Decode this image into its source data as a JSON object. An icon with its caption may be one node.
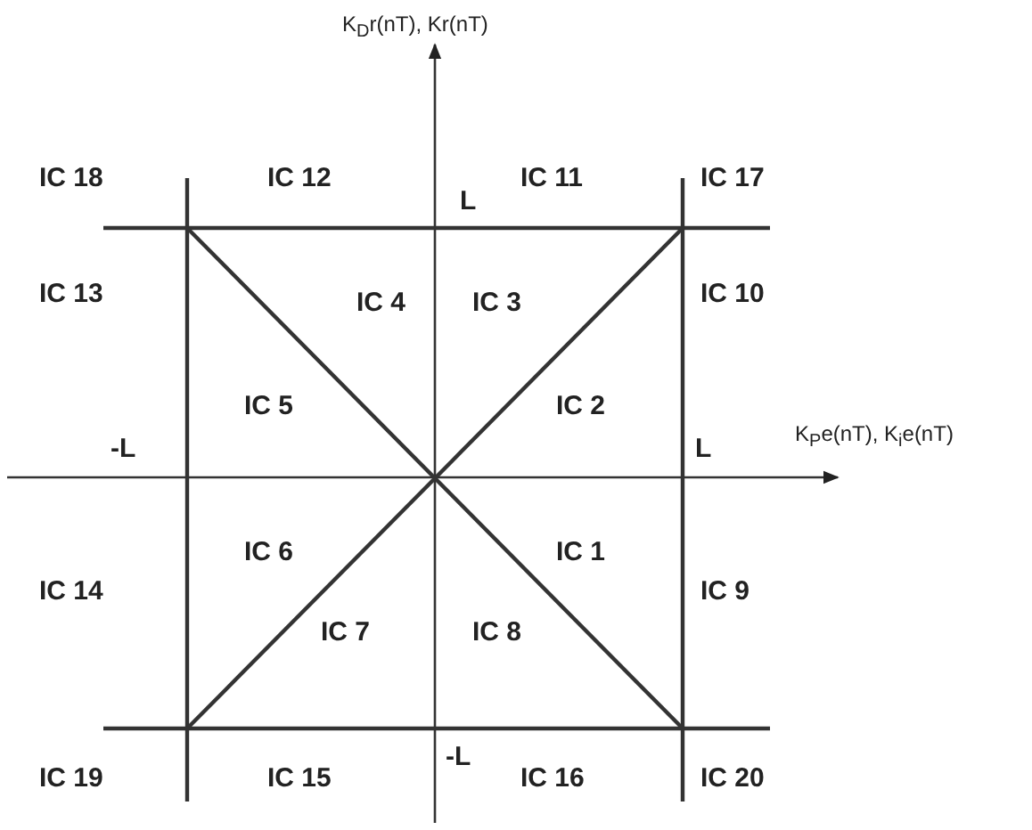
{
  "diagram": {
    "labels": [
      "K$_{D}$r(nT), Kr(nT)",
      "IC 18",
      "IC 12",
      "L",
      "IC 11",
      "IC 17",
      "IC 4",
      "IC 3",
      "IC 13",
      "IC 10",
      "IC 5",
      "IC 2",
      "-L",
      "L",
      "K$_{P}$e(nT), K$_{i}$e(nT)",
      "IC 6",
      "IC 1",
      "IC 14",
      "IC 9",
      "IC 7",
      "IC 8",
      "IC 19",
      "IC 15",
      "-L",
      "IC 16",
      "IC 20"
    ]
  }
}
